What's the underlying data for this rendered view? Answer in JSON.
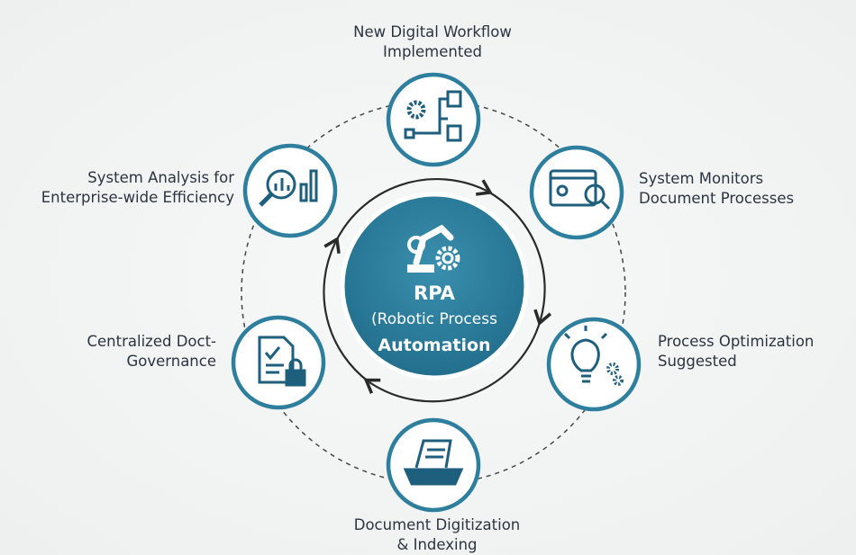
{
  "center": {
    "title": "RPA",
    "line2": "(Robotic Process",
    "line3": "Automation",
    "icon": "robot-arm-gear-icon"
  },
  "nodes": [
    {
      "line1": "New Digital Workflow",
      "line2": "Implemented",
      "icon": "workflow-gear-documents-icon"
    },
    {
      "line1": "System Monitors",
      "line2": "Document Processes",
      "icon": "monitor-chart-magnifier-icon"
    },
    {
      "line1": "Process Optimization",
      "line2": "Suggested",
      "icon": "lightbulb-gears-icon"
    },
    {
      "line1": "Document Digitization",
      "line2": "& Indexing",
      "icon": "scanner-icon"
    },
    {
      "line1": "Centralized Doct-",
      "line2": "Governance",
      "icon": "document-lock-icon"
    },
    {
      "line1": "System Analysis for",
      "line2": "Enterprise-wide Efficiency",
      "icon": "magnifier-bar-chart-icon"
    }
  ],
  "colors": {
    "accent": "#2e7e9e",
    "center_fill": "#2a7c9b",
    "text": "#2b3440",
    "ring": "#2a2a2a"
  }
}
